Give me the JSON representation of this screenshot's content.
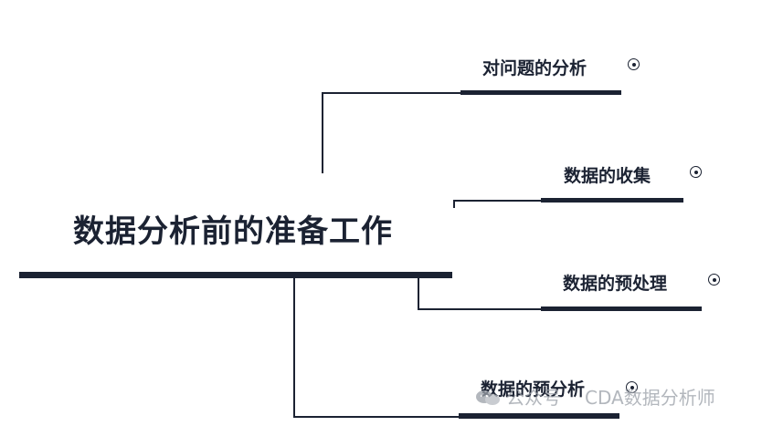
{
  "root": {
    "title": "数据分析前的准备工作"
  },
  "branches": [
    {
      "label": "对问题的分析",
      "icon": "expand-circle-icon"
    },
    {
      "label": "数据的收集",
      "icon": "expand-circle-icon"
    },
    {
      "label": "数据的预处理",
      "icon": "expand-circle-icon"
    },
    {
      "label": "数据的预分析",
      "icon": "expand-circle-icon"
    }
  ],
  "watermark": {
    "account": "公众号",
    "name": "CDA数据分析师"
  },
  "colors": {
    "ink": "#1b2232",
    "watermark": "#9aa0a8",
    "background": "#ffffff"
  }
}
